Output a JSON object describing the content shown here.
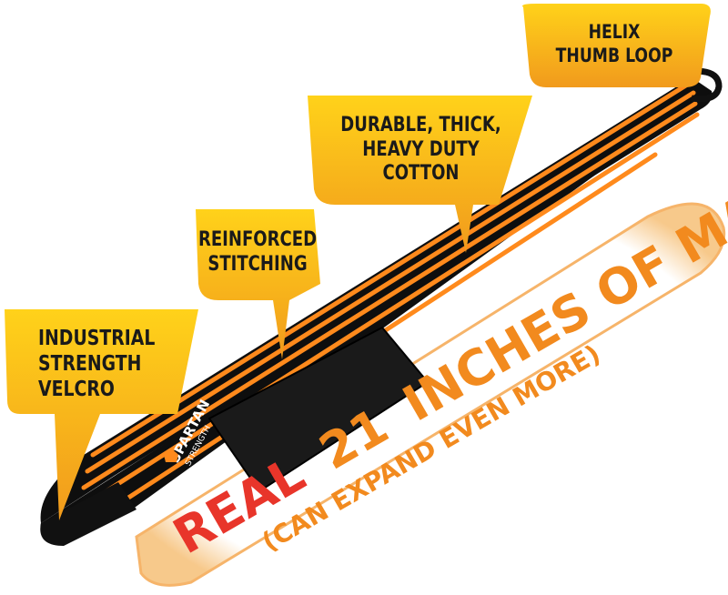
{
  "callouts": {
    "helix": {
      "lines": [
        "HELIX",
        "THUMB LOOP"
      ]
    },
    "cotton": {
      "lines": [
        "DURABLE, THICK,",
        "HEAVY DUTY",
        "COTTON"
      ]
    },
    "stitching": {
      "lines": [
        "REINFORCED",
        "STITCHING"
      ]
    },
    "velcro": {
      "lines": [
        "INDUSTRIAL",
        "STRENGTH",
        "VELCRO"
      ]
    }
  },
  "banner": {
    "real": "REAL",
    "number": "21",
    "main": "INCHES OF MAXIMUM SUPPORT",
    "sub": "(CAN EXPAND EVEN MORE)"
  },
  "logo": {
    "name": "SPARTAN",
    "sub": "STRENGTH"
  },
  "colors": {
    "callout_top": "#ffd21a",
    "callout_bottom": "#f19a1c",
    "strap": "#0e0e0e",
    "stripe": "#ff8a1c",
    "banner_real": "#e8352a",
    "banner_text": "#f28a1e"
  }
}
